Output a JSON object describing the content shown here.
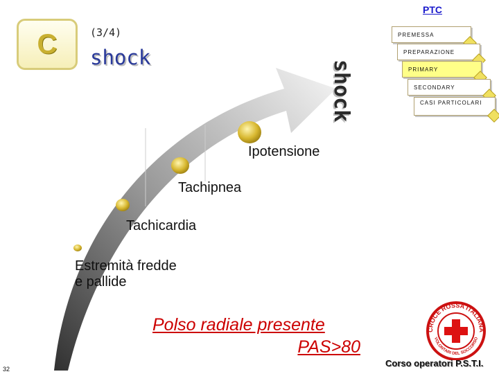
{
  "header": {
    "ptc_link": "PTC",
    "section_letter": "C",
    "slide_count": "(3/4)",
    "title": "shock"
  },
  "nav": [
    {
      "label": "PREMESSA",
      "active": false
    },
    {
      "label": "PREPARAZIONE",
      "active": false
    },
    {
      "label": "PRIMARY",
      "active": true
    },
    {
      "label": "SECONDARY",
      "active": false
    },
    {
      "label": "CASI PARTICOLARI",
      "active": false
    }
  ],
  "arrow_label": "shock",
  "stages": {
    "ipotensione": "Ipotensione",
    "tachipnea": "Tachipnea",
    "tachicardia": "Tachicardia",
    "estremita_line1": "Estremità fredde",
    "estremita_line2": "e pallide"
  },
  "footer": {
    "polso_line1": "Polso radiale presente",
    "polso_line2": "PAS>80",
    "page_number": "32",
    "course": "Corso operatori P.S.T.I."
  },
  "logo": {
    "top_text": "CROCE ROSSA ITALIANA",
    "bottom_text": "VOLONTARI DEL SOCCORSO"
  },
  "colors": {
    "accent_red": "#cc0000",
    "title_blue": "#2a3a9a",
    "gold": "#c9b030",
    "active_nav": "#ffff88"
  }
}
